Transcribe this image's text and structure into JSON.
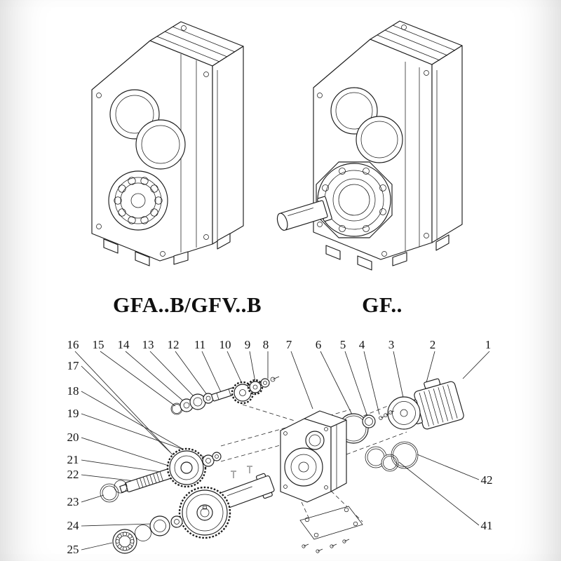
{
  "colors": {
    "background": "#ffffff",
    "line": "#1c1c1c"
  },
  "models": {
    "left": "GFA..B/GFV..B",
    "right": "GF.."
  },
  "exploded": {
    "top": [
      "16",
      "15",
      "14",
      "13",
      "12",
      "11",
      "10",
      "9",
      "8",
      "7",
      "6",
      "5",
      "4",
      "3",
      "2",
      "1"
    ],
    "left": [
      "17",
      "18",
      "19",
      "20",
      "21",
      "22",
      "23",
      "24",
      "25"
    ],
    "right": [
      "42",
      "41"
    ]
  }
}
